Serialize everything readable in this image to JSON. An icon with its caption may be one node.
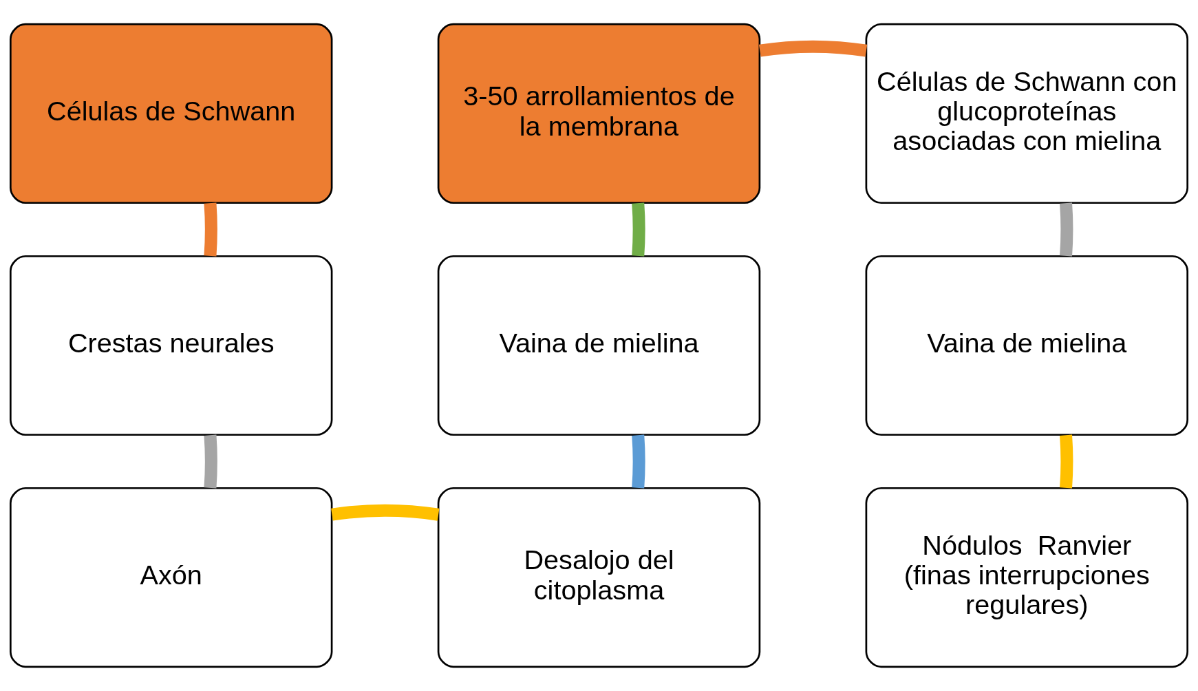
{
  "diagram": {
    "nodes": [
      {
        "text": [
          "Células de Schwann"
        ]
      },
      {
        "text": [
          "3-50 arrollamientos de la membrana"
        ]
      },
      {
        "text": [
          "Células de Schwann con glucoproteínas asociadas con mielina"
        ]
      },
      {
        "text": [
          "Crestas neurales"
        ]
      },
      {
        "text": [
          "Vaina de mielina"
        ]
      },
      {
        "text": [
          "Vaina de mielina"
        ]
      },
      {
        "text": [
          "Axón"
        ]
      },
      {
        "text": [
          "Desalojo del citoplasma"
        ]
      },
      {
        "text": [
          "Nódulos  Ranvier (finas interrupciones regulares)"
        ]
      }
    ],
    "edges": [
      {
        "from": 0,
        "to": 3,
        "arrow": "none",
        "color": "#ed7d31"
      },
      {
        "from": 3,
        "to": 6,
        "arrow": "none",
        "color": "#a5a5a5"
      },
      {
        "from": 6,
        "to": 7,
        "arrow": "none",
        "color": "#ffc000"
      },
      {
        "from": 7,
        "to": 4,
        "arrow": "none",
        "color": "#5b9bd5"
      },
      {
        "from": 4,
        "to": 1,
        "arrow": "none",
        "color": "#70ad47"
      },
      {
        "from": 1,
        "to": 2,
        "arrow": "none",
        "color": "#ed7d31"
      },
      {
        "from": 2,
        "to": 5,
        "arrow": "none",
        "color": "#a5a5a5"
      },
      {
        "from": 5,
        "to": 8,
        "arrow": "none",
        "color": "#ffc000"
      }
    ]
  }
}
